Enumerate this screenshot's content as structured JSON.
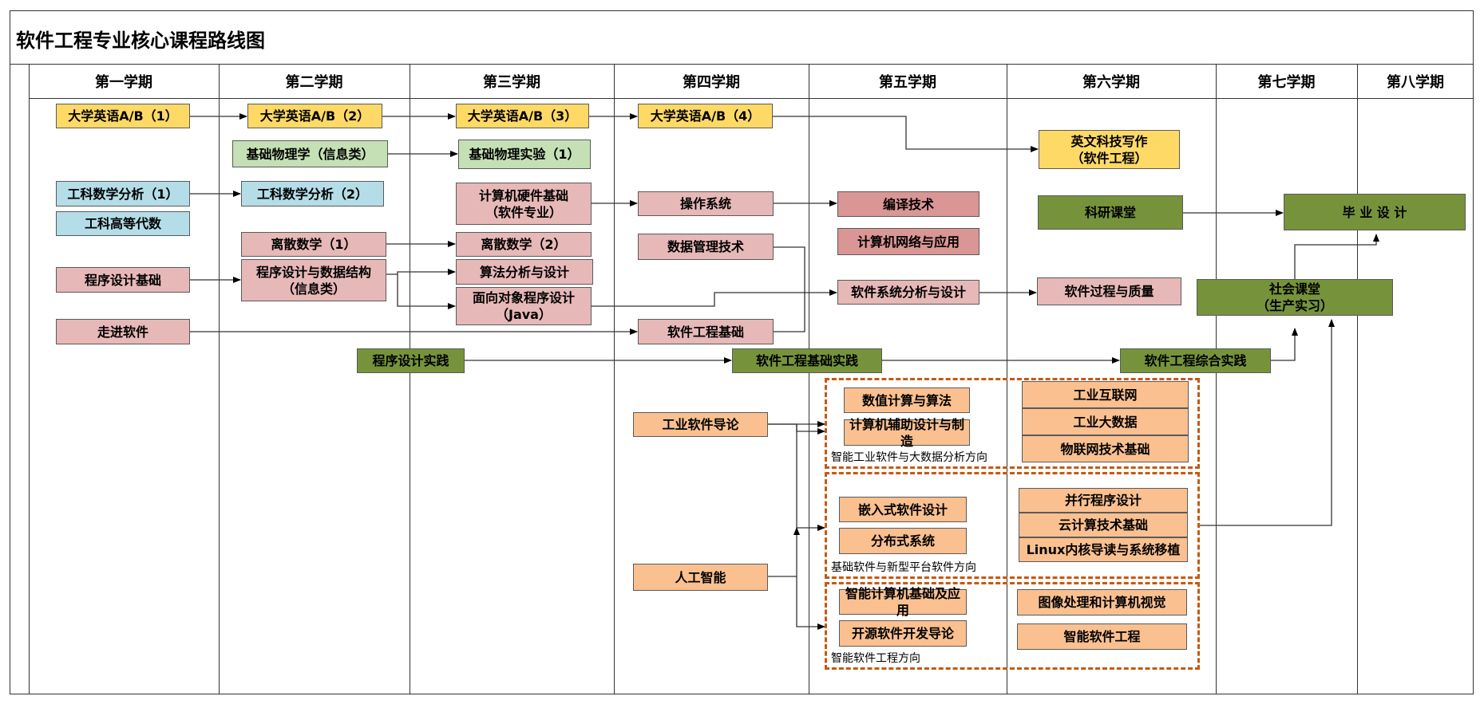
{
  "title": "软件工程专业核心课程路线图",
  "semesters": [
    "第一学期",
    "第二学期",
    "第三学期",
    "第四学期",
    "第五学期",
    "第六学期",
    "第七学期",
    "第八学期"
  ],
  "courses": {
    "eng1": "大学英语A/B（1）",
    "eng2": "大学英语A/B（2）",
    "eng3": "大学英语A/B（3）",
    "eng4": "大学英语A/B（4）",
    "physics": "基础物理学（信息类）",
    "physics_lab": "基础物理实验（1）",
    "math1": "工科数学分析（1）",
    "math2": "工科数学分析（2）",
    "algebra": "工科高等代数",
    "hardware": "计算机硬件基础\n（软件专业）",
    "os": "操作系统",
    "compiler": "编译技术",
    "network": "计算机网络与应用",
    "discrete1": "离散数学（1）",
    "discrete2": "离散数学（2）",
    "db": "数据管理技术",
    "prog_basic": "程序设计基础",
    "ds": "程序设计与数据结构\n（信息类）",
    "algo": "算法分析与设计",
    "oop": "面向对象程序设计\n（Java）",
    "sa": "软件系统分析与设计",
    "process": "软件过程与质量",
    "intro_se": "走进软件",
    "se_basic": "软件工程基础",
    "prog_practice": "程序设计实践",
    "se_practice": "软件工程基础实践",
    "se_comp_practice": "软件工程综合实践",
    "eng_writing": "英文科技写作\n（软件工程）",
    "research": "科研课堂",
    "thesis": "毕 业 设 计",
    "social": "社会课堂\n（生产实习）",
    "ind_sw": "工业软件导论",
    "ai": "人工智能",
    "numeric": "数值计算与算法",
    "cad": "计算机辅助设计与制造",
    "iiot": "工业互联网",
    "ind_bigdata": "工业大数据",
    "iot": "物联网技术基础",
    "embedded": "嵌入式软件设计",
    "distributed": "分布式系统",
    "parallel": "并行程序设计",
    "cloud": "云计算技术基础",
    "linux": "Linux内核导读与系统移植",
    "ai_app": "智能计算机基础及应用",
    "opensource": "开源软件开发导论",
    "cv": "图像处理和计算机视觉",
    "intel_se": "智能软件工程"
  },
  "groups": {
    "g1": "智能工业软件与大数据分析方向",
    "g2": "基础软件与新型平台软件方向",
    "g3": "智能软件工程方向"
  },
  "colors": {
    "yellow": "#ffd966",
    "light_green": "#c5e0b4",
    "blue": "#b4dde8",
    "pink": "#e6b8b7",
    "red": "#d99694",
    "dark_green": "#76933c",
    "orange": "#fac090",
    "dash": "#c55a11"
  }
}
